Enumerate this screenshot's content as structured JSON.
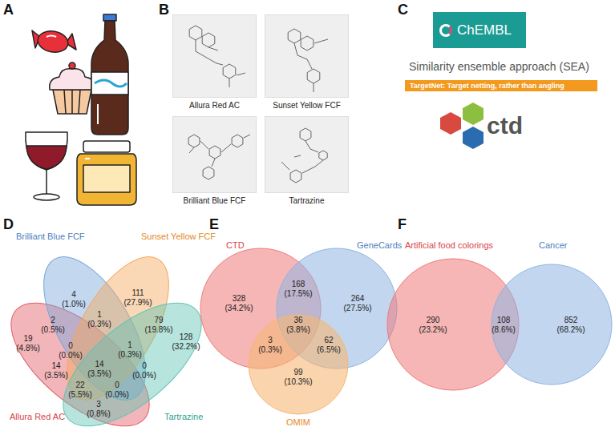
{
  "diagram": {
    "nodes": [
      {
        "text": [
          "Allura Red AC"
        ]
      },
      {
        "text": [
          "Sunset Yellow FCF"
        ]
      },
      {
        "text": [
          "Brilliant Blue FCF"
        ]
      },
      {
        "text": [
          "Tartrazine"
        ]
      },
      {
        "text": [
          "ChEMBL"
        ]
      },
      {
        "text": [
          "TargetNet: Target netting, rather than angling"
        ]
      }
    ],
    "labels": [
      "A",
      "B",
      "C",
      "Similarity ensemble approach (SEA)",
      "ctd",
      "D",
      "E",
      "F",
      "Brilliant Blue FCF",
      "Sunset Yellow FCF",
      "Allura Red AC",
      "Tartrazine",
      "19 (4.8%)",
      "4 (1.0%)",
      "2 (0.5%)",
      "1 (0.3%)",
      "111 (27.9%)",
      "79 (19.8%)",
      "128 (32.2%)",
      "0 (0.0%)",
      "14 (3.5%)",
      "1 (0.3%)",
      "14 (3.5%)",
      "0 (0.0%)",
      "22 (5.5%)",
      "0 (0.0%)",
      "3 (0.8%)",
      "CTD",
      "GeneCards",
      "OMIM",
      "328 (34.2%)",
      "168 (17.5%)",
      "264 (27.5%)",
      "36 (3.8%)",
      "3 (0.3%)",
      "62 (6.5%)",
      "99 (10.3%)",
      "Artificial food colorings",
      "Cancer",
      "290 (23.2%)",
      "108 (8.6%)",
      "852 (68.2%)"
    ]
  }
}
